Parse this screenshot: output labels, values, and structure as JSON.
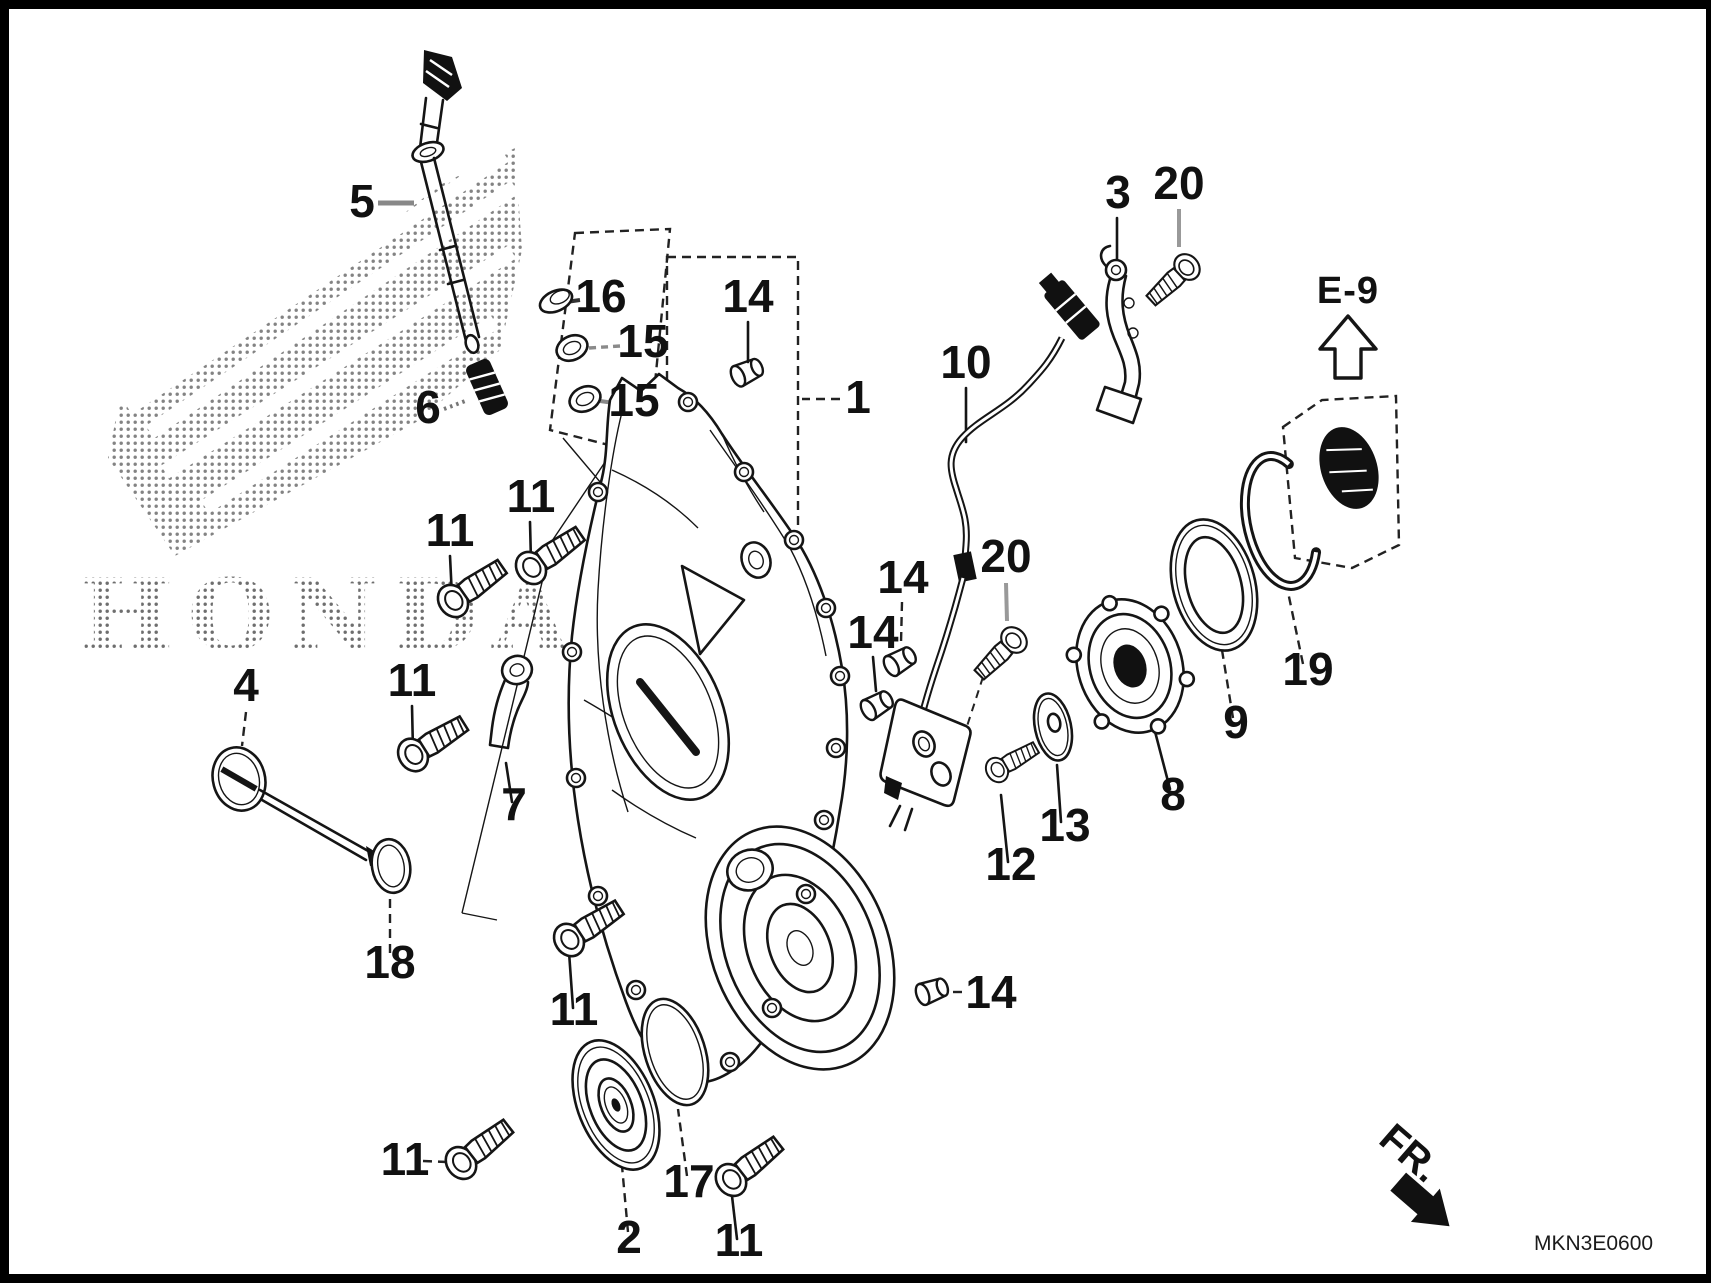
{
  "watermark": {
    "brand": "HONDA"
  },
  "doc": {
    "code": "MKN3E0600",
    "direction": "FR.",
    "section_ref": "E-9"
  },
  "callouts": [
    {
      "label": "5"
    },
    {
      "label": "16"
    },
    {
      "label": "15"
    },
    {
      "label": "15"
    },
    {
      "label": "6"
    },
    {
      "label": "14"
    },
    {
      "label": "1"
    },
    {
      "label": "10"
    },
    {
      "label": "3"
    },
    {
      "label": "20"
    },
    {
      "label": "11"
    },
    {
      "label": "11"
    },
    {
      "label": "11"
    },
    {
      "label": "4"
    },
    {
      "label": "7"
    },
    {
      "label": "18"
    },
    {
      "label": "14"
    },
    {
      "label": "14"
    },
    {
      "label": "20"
    },
    {
      "label": "12"
    },
    {
      "label": "13"
    },
    {
      "label": "8"
    },
    {
      "label": "9"
    },
    {
      "label": "19"
    },
    {
      "label": "11"
    },
    {
      "label": "2"
    },
    {
      "label": "17"
    },
    {
      "label": "11"
    },
    {
      "label": "11"
    },
    {
      "label": "14"
    }
  ]
}
